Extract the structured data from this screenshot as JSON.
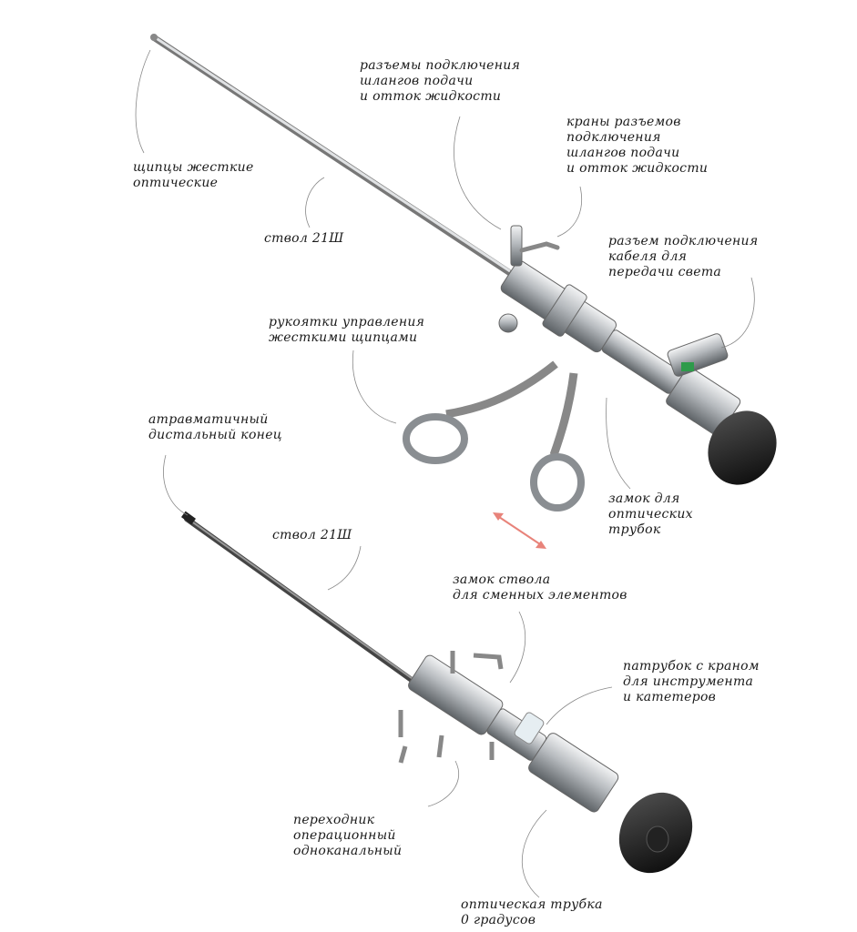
{
  "labels": {
    "rigid_forceps": "щипцы жесткие\nоптические",
    "sheath_top": "ствол 21Ш",
    "fluid_connectors": "разъемы подключения\nшлангов подачи\nи отток жидкости",
    "connector_stopcocks": "краны разъемов\nподключения\nшлангов подачи\nи отток жидкости",
    "light_cable_connector": "разъем подключения\nкабеля для\nпередачи света",
    "forceps_handles": "рукоятки управления\nжесткими щипцами",
    "atraumatic_tip": "атравматичный\nдистальный конец",
    "optic_lock": "замок для\nоптических\nтрубок",
    "sheath_bottom": "ствол 21Ш",
    "sheath_lock": "замок ствола\nдля сменных элементов",
    "instrument_port": "патрубок с краном\nдля инструмента\nи катетеров",
    "operating_adapter": "переходник\nоперационный\nодноканальный",
    "optic_tube": "оптическая трубка\n0 градусов"
  },
  "colors": {
    "arrow": "#e8837a",
    "eyepiece": "#111111",
    "green_ring": "#2e9b4a",
    "steel": "#b8bcc0"
  }
}
